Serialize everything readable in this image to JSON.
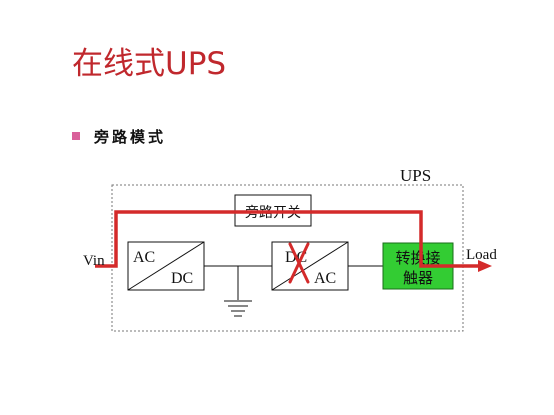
{
  "slide": {
    "title": "在线式UPS",
    "bullet": "旁路模式"
  },
  "diagram": {
    "ups_label": "UPS",
    "bypass_switch_label": "旁路开关",
    "rectifier": {
      "top_label": "AC",
      "bottom_label": "DC"
    },
    "inverter": {
      "top_label": "DC",
      "bottom_label": "AC",
      "state": "disabled"
    },
    "transfer_contactor": {
      "line1": "转换接",
      "line2": "触器",
      "fill_color": "#33cc33"
    },
    "input_label": "Vin",
    "output_label": "Load",
    "colors": {
      "title": "#c0282d",
      "bullet": "#d9609a",
      "power_path": "#d42a2a",
      "disabled_mark": "#d42a2a"
    }
  }
}
